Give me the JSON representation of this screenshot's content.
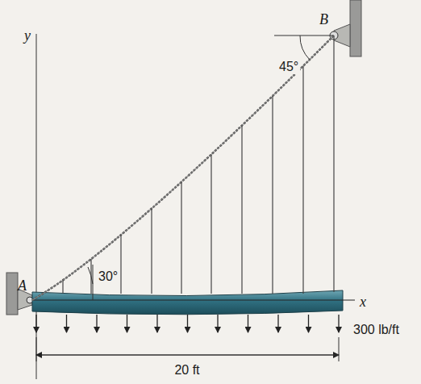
{
  "diagram": {
    "labels": [
      "y",
      "B",
      "45°",
      "30°",
      "A",
      "x",
      "300 lb/ft",
      "20 ft"
    ]
  }
}
